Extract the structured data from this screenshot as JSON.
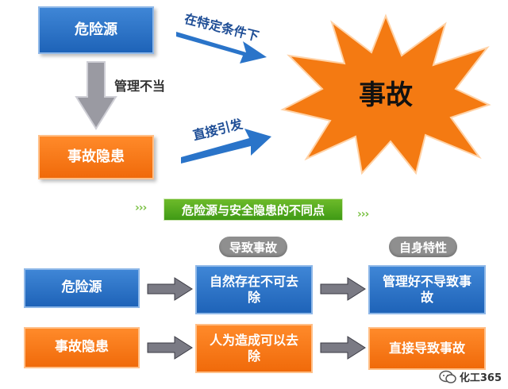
{
  "top": {
    "hazard_source": "危险源",
    "hidden_danger": "事故隐患",
    "accident": "事故",
    "label_condition": "在特定条件下",
    "label_mismanage": "管理不当",
    "label_direct": "直接引发"
  },
  "banner": {
    "text": "危险源与安全隐患的不同点",
    "dots": "›››"
  },
  "columns": {
    "cause": "导致事故",
    "nature": "自身特性"
  },
  "rows": [
    {
      "name": "危险源",
      "cause": "自然存在不可去除",
      "nature": "管理好不导致事故"
    },
    {
      "name": "事故隐患",
      "cause": "人为造成可以去除",
      "nature": "直接导致事故"
    }
  ],
  "watermark": {
    "icon": "wechat-icon",
    "text": "化工365"
  },
  "colors": {
    "blue": "#1e63b8",
    "orange": "#f06a0a",
    "green": "#4aa41b",
    "burst": "#f47a12",
    "label_blue": "#1f4e96"
  }
}
